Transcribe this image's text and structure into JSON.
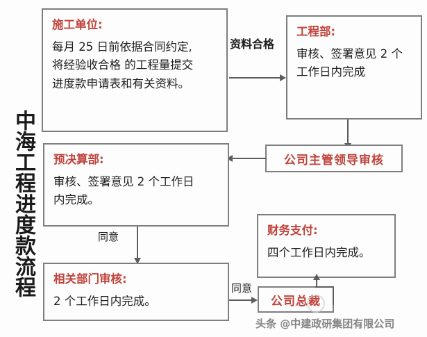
{
  "title": {
    "vertical_title": "中海工程进度款流程"
  },
  "colors": {
    "accent_red": "#c0433c",
    "box_border": "#7e7e80",
    "connector": "#5d5d5f",
    "text": "#1d1d1d",
    "background": "#fdfdfd"
  },
  "boxes": [
    {
      "id": "construction-unit",
      "header": "施工单位:",
      "lines": [
        "每月 25 日前依据合同约定,",
        "将经验收合格 的工程量提交",
        "进度款申请表和有关资料。"
      ]
    },
    {
      "id": "engineering-dept",
      "header": "工程部:",
      "lines": [
        "审核、签署意见 2 个",
        "工作日内完成"
      ]
    },
    {
      "id": "company-leader-review",
      "header": "公司主管领导审核",
      "lines": []
    },
    {
      "id": "budget-dept",
      "header": "预决算部:",
      "lines": [
        "审核、签署意见 2 个工作日",
        "内完成。"
      ]
    },
    {
      "id": "finance-payment",
      "header": "财务支付:",
      "lines": [
        "四个工作日内完成。"
      ]
    },
    {
      "id": "related-depts-review",
      "header": "相关部门审核:",
      "lines": [
        "2 个工作日内完成。"
      ]
    },
    {
      "id": "company-president",
      "header": "公司总裁",
      "lines": []
    }
  ],
  "edge_labels": {
    "materials_qualified": "资料合格",
    "agree_budget_to_depts": "同意",
    "agree_depts_to_president": "同意"
  },
  "watermark": {
    "text": "头条 @中建政研集团有限公司"
  }
}
